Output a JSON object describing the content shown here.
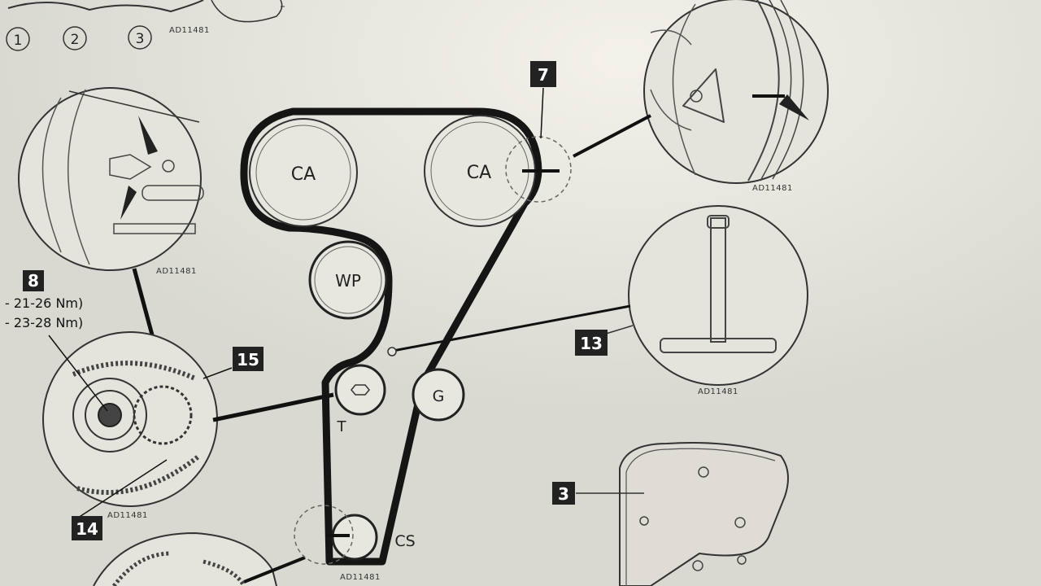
{
  "colors": {
    "paper": "#d9d9d2",
    "ink": "#111111",
    "box": "#222222",
    "box_text": "#ffffff"
  },
  "pulleys": {
    "ca_left": "CA",
    "ca_right": "CA",
    "water_pump": "WP",
    "tensioner": "T",
    "idler": "G",
    "crankshaft": "CS"
  },
  "callouts": {
    "n7": "7",
    "n8": "8",
    "n13": "13",
    "n15": "15",
    "n14": "14",
    "n3": "3"
  },
  "torque": {
    "line1": "- 21-26 Nm)",
    "line2": "- 23-28 Nm)"
  },
  "top_steps": [
    "1",
    "2",
    "3"
  ],
  "figure_codes": {
    "top": "AD11481",
    "detail_left": "AD11481",
    "detail_right": "AD11481",
    "tool": "AD11481",
    "tensioner_detail": "AD11481",
    "bottom": "AD11481"
  }
}
